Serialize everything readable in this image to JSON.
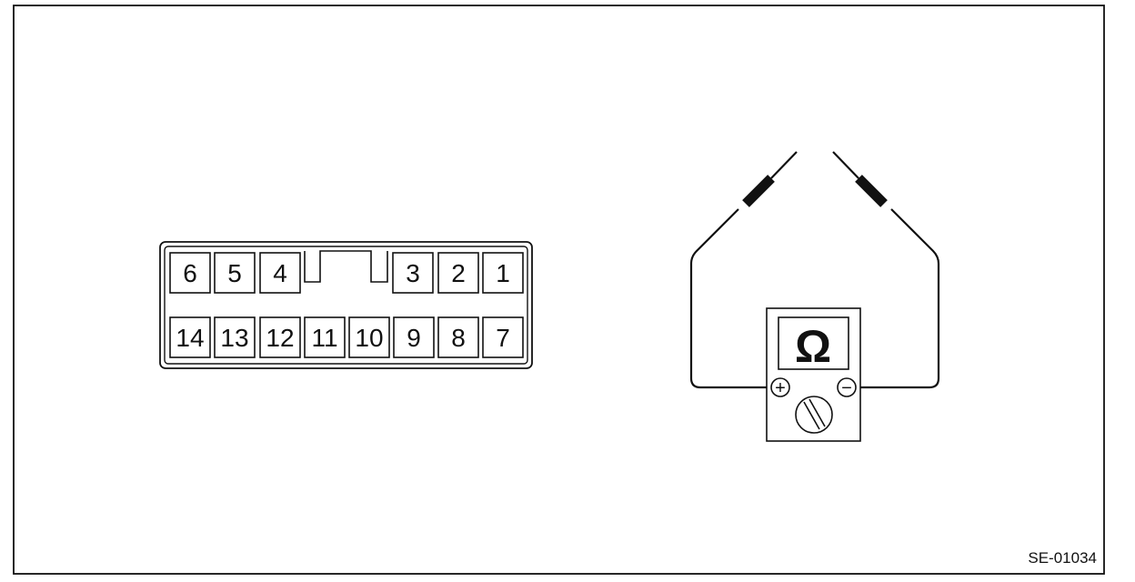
{
  "connector": {
    "top_row": [
      "6",
      "5",
      "4",
      "3",
      "2",
      "1"
    ],
    "bottom_row": [
      "14",
      "13",
      "12",
      "11",
      "10",
      "9",
      "8",
      "7"
    ]
  },
  "meter": {
    "symbol": "Ω",
    "plus": "+",
    "minus": "−"
  },
  "reference_code": "SE-01034"
}
